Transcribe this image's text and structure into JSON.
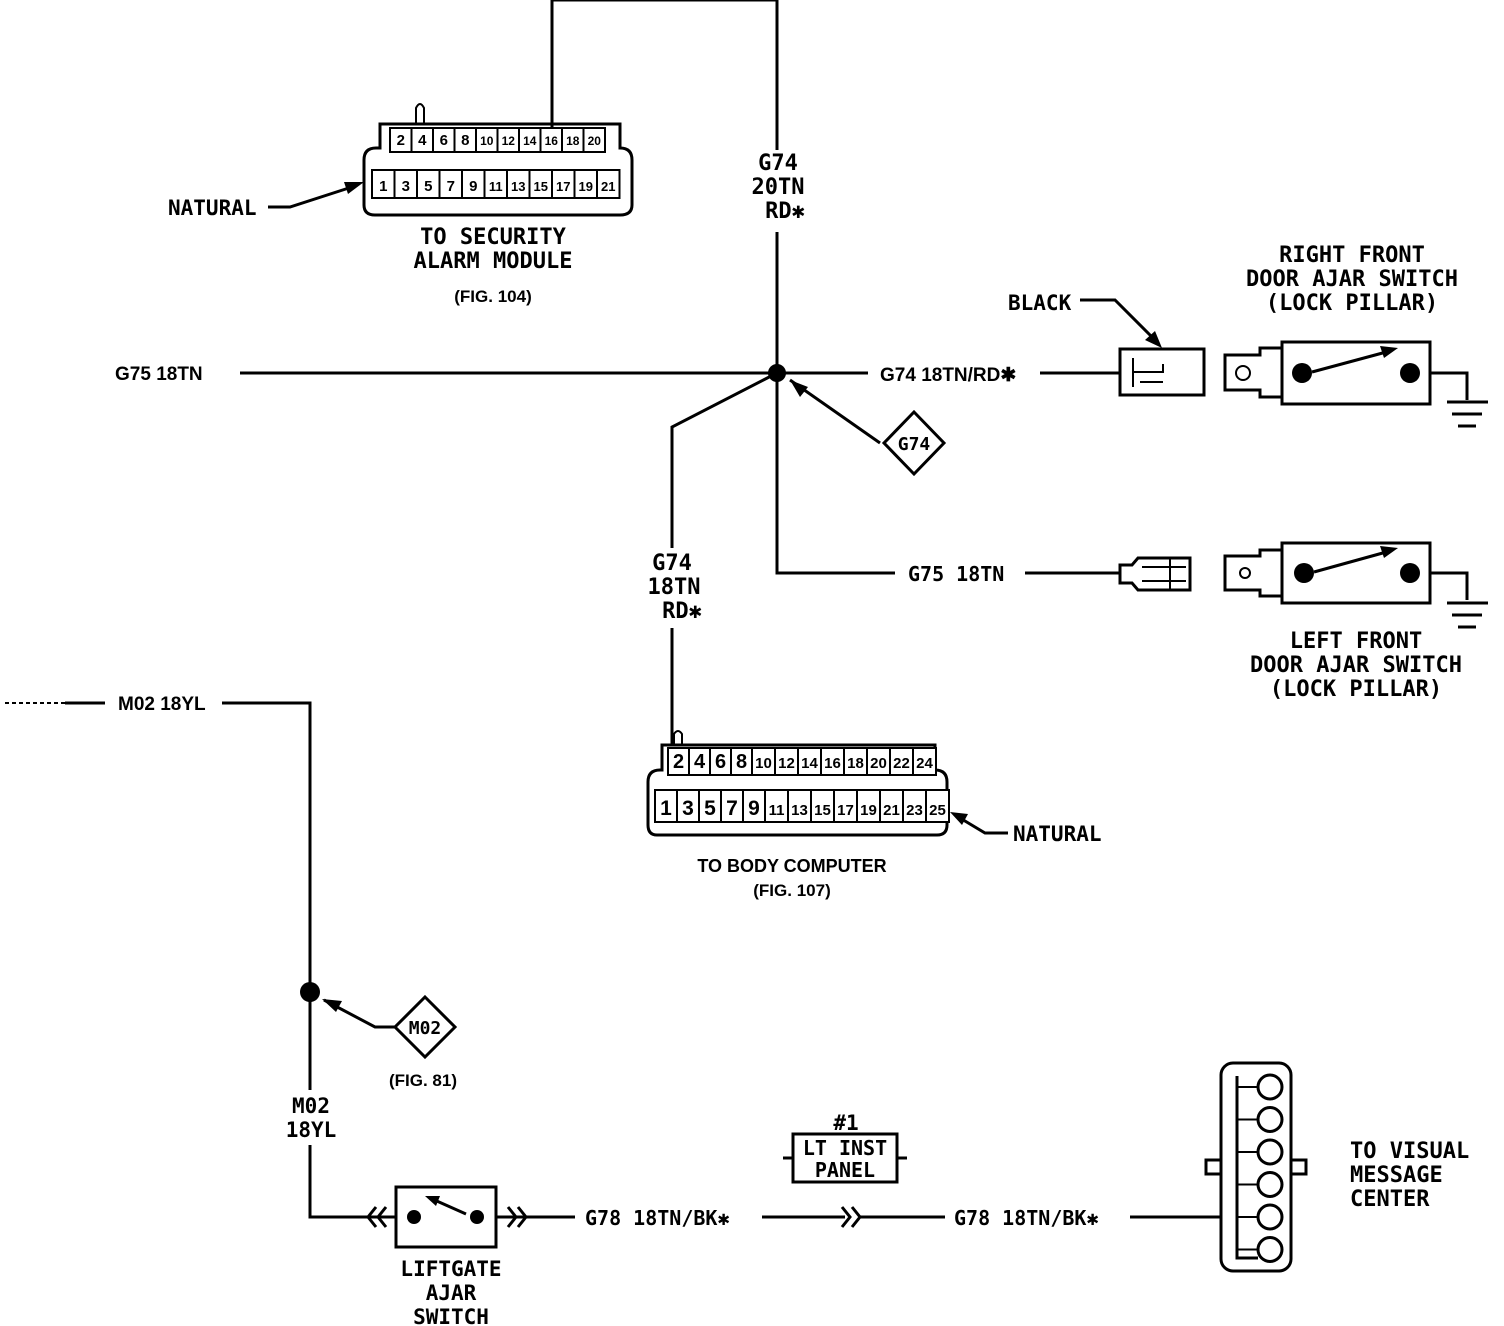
{
  "wires": {
    "g75_left": "G75 18TN",
    "g74_right": "G74 18TN/RD✱",
    "g75_right": "G75  18TN",
    "g74_top": [
      "G74",
      "20TN",
      "RD✱"
    ],
    "g74_down": [
      "G74",
      "18TN",
      "RD✱"
    ],
    "m02_top": "M02 18YL",
    "m02_vert": [
      "M02",
      "18YL"
    ],
    "g78_left": "G78  18TN/BK✱",
    "g78_right": "G78  18TN/BK✱"
  },
  "security_connector": {
    "color_label": "NATURAL",
    "title": [
      "TO SECURITY",
      "ALARM MODULE"
    ],
    "fig": "(FIG. 104)",
    "top_pins": [
      "2",
      "4",
      "6",
      "8",
      "10",
      "12",
      "14",
      "16",
      "18",
      "20"
    ],
    "bottom_pins": [
      "1",
      "3",
      "5",
      "7",
      "9",
      "11",
      "13",
      "15",
      "17",
      "19",
      "21"
    ]
  },
  "body_connector": {
    "color_label": "NATURAL",
    "title": "TO BODY COMPUTER",
    "fig": "(FIG. 107)",
    "top_pins": [
      "2",
      "4",
      "6",
      "8",
      "10",
      "12",
      "14",
      "16",
      "18",
      "20",
      "22",
      "24"
    ],
    "bottom_pins": [
      "1",
      "3",
      "5",
      "7",
      "9",
      "11",
      "13",
      "15",
      "17",
      "19",
      "21",
      "23",
      "25"
    ]
  },
  "splices": {
    "g74": "G74",
    "m02": "M02",
    "m02_fig": "(FIG. 81)"
  },
  "right_switch": {
    "connector_color": "BLACK",
    "title": [
      "RIGHT FRONT",
      "DOOR AJAR SWITCH",
      "(LOCK PILLAR)"
    ]
  },
  "left_switch": {
    "title": [
      "LEFT FRONT",
      "DOOR AJAR SWITCH",
      "(LOCK PILLAR)"
    ]
  },
  "liftgate_switch": {
    "title": [
      "LIFTGATE",
      "AJAR",
      "SWITCH"
    ]
  },
  "inline_connector": {
    "number": "#1",
    "title": [
      "LT INST",
      "PANEL"
    ]
  },
  "vmc": {
    "title": [
      "TO VISUAL",
      "MESSAGE",
      "CENTER"
    ]
  }
}
